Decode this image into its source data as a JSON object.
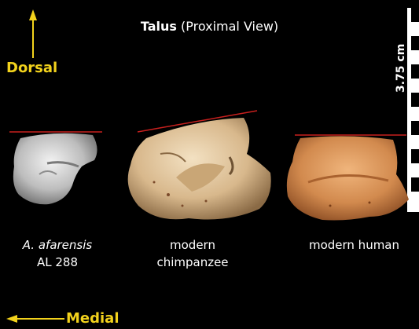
{
  "title": {
    "bold": "Talus",
    "rest": " (Proximal View)"
  },
  "axes": {
    "dorsal": "Dorsal",
    "medial": "Medial"
  },
  "scale_bar": {
    "label": "3.75 cm"
  },
  "specimens": [
    {
      "name_italic": "A. afarensis",
      "line2": "AL 288",
      "color": "#c8c8c8"
    },
    {
      "line1": "modern",
      "line2": "chimpanzee",
      "color": "#e2c49a"
    },
    {
      "line1": "modern human",
      "color": "#d9955a"
    }
  ],
  "colors": {
    "background": "#000000",
    "axis_label": "#f2d21c",
    "reference_line": "#c8201e"
  }
}
